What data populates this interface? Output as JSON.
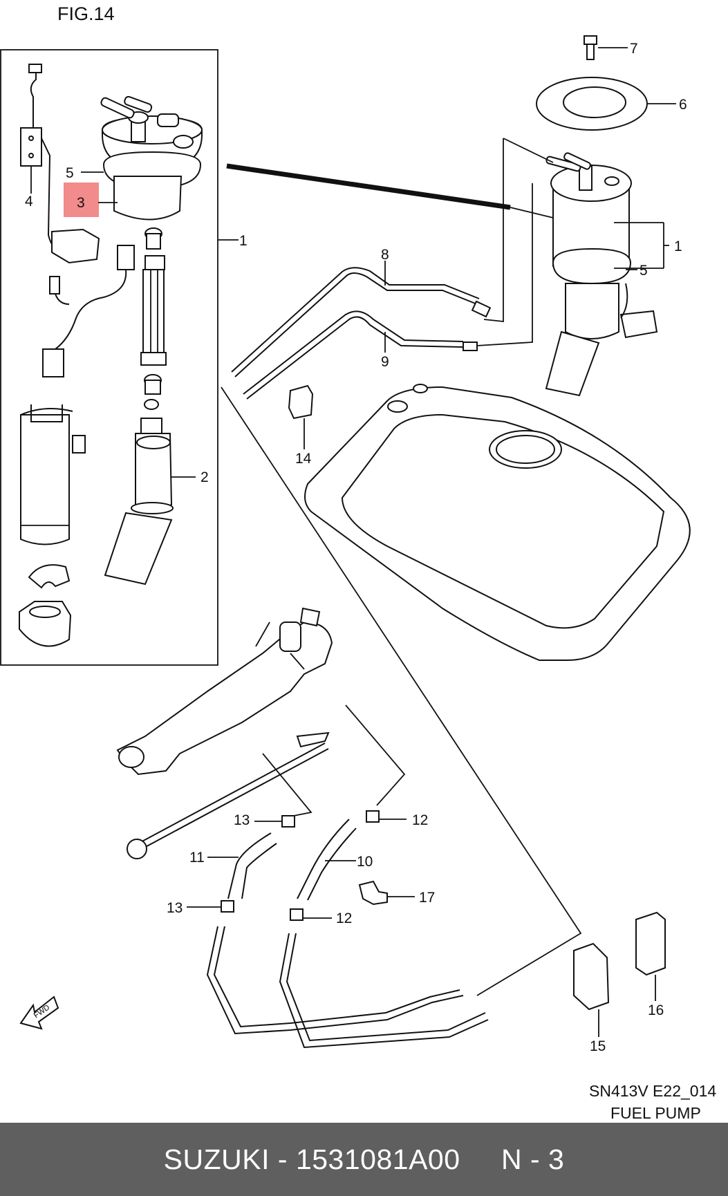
{
  "figure_title": "FIG.14",
  "callouts": {
    "c1_box": "1",
    "c1_assy": "1",
    "c2": "2",
    "c3": "3",
    "c4": "4",
    "c5_left": "5",
    "c5_right": "5",
    "c6": "6",
    "c7": "7",
    "c8": "8",
    "c9": "9",
    "c10": "10",
    "c11": "11",
    "c12_top": "12",
    "c12_bottom": "12",
    "c13_top": "13",
    "c13_bottom": "13",
    "c14": "14",
    "c15": "15",
    "c16": "16",
    "c17": "17"
  },
  "highlight_color": "#f28b8b",
  "fwd_label": "FWD",
  "drawing_code": "SN413V E22_014",
  "drawing_name": "FUEL PUMP",
  "footer": {
    "text": "SUZUKI - 1531081A00     N - 3",
    "background": "#5f5f5f"
  }
}
